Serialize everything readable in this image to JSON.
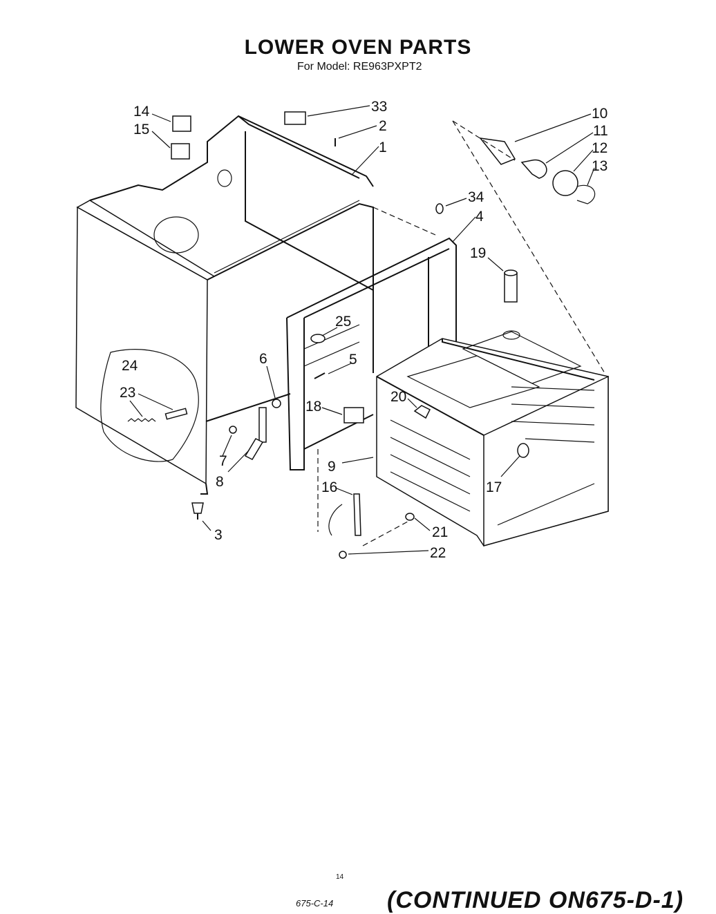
{
  "title": "LOWER OVEN PARTS",
  "subtitle": "For Model: RE963PXPT2",
  "callouts": {
    "c1": "1",
    "c2": "2",
    "c3": "3",
    "c4": "4",
    "c5": "5",
    "c6": "6",
    "c7": "7",
    "c8": "8",
    "c9": "9",
    "c10": "10",
    "c11": "11",
    "c12": "12",
    "c13": "13",
    "c14": "14",
    "c15": "15",
    "c16": "16",
    "c17": "17",
    "c18": "18",
    "c19": "19",
    "c20": "20",
    "c21": "21",
    "c22": "22",
    "c23": "23",
    "c24": "24",
    "c25": "25",
    "c33": "33",
    "c34": "34"
  },
  "footer": {
    "page_number": "14",
    "code": "675-C-14",
    "continued": "(CONTINUED ON675-D-1)"
  }
}
